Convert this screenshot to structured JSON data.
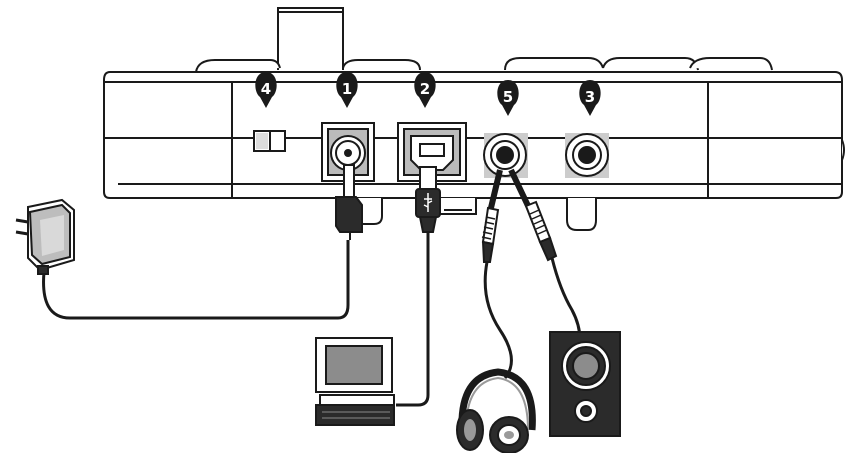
{
  "diagram": {
    "title": "",
    "callouts": [
      {
        "id": "power-switch",
        "label": "4"
      },
      {
        "id": "dc-power-jack",
        "label": "1"
      },
      {
        "id": "usb-port",
        "label": "2"
      },
      {
        "id": "headphone-jack",
        "label": "5"
      },
      {
        "id": "audio-out-jack",
        "label": "3"
      }
    ],
    "devices": [
      {
        "id": "power-adapter",
        "icon": "power-adapter-icon"
      },
      {
        "id": "computer",
        "icon": "computer-icon"
      },
      {
        "id": "headphones",
        "icon": "headphones-icon"
      },
      {
        "id": "speaker",
        "icon": "speaker-icon"
      }
    ],
    "colors": {
      "line": "#1a1a1a",
      "fill": "#ffffff",
      "dark": "#2b2b2b",
      "grey": "#9a9a9a"
    }
  }
}
